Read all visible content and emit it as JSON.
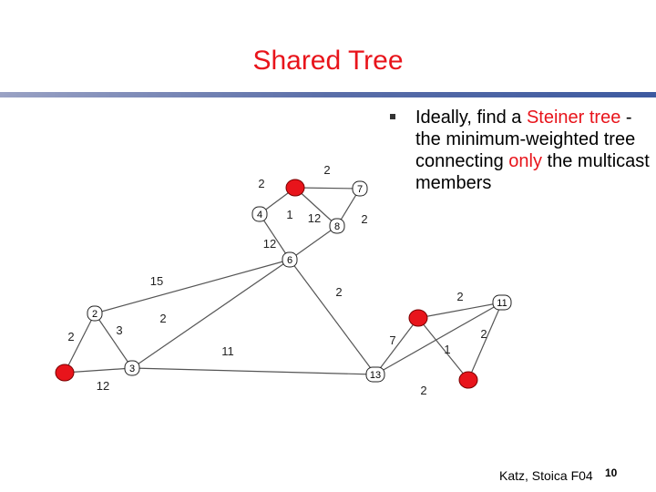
{
  "slide": {
    "title": "Shared Tree",
    "bullet": {
      "before": "Ideally, find a ",
      "highlight1": "Steiner tree",
      "middle": " - the minimum-weighted tree connecting ",
      "highlight2": "only",
      "after": " the multicast members"
    },
    "footer": "Katz, Stoica F04",
    "page_number": "10"
  },
  "colors": {
    "title": "#e8141b",
    "highlight": "#e8141b",
    "node_fill": "#e8141b",
    "edge": "#555555"
  },
  "graph": {
    "nodes": [
      {
        "id": "A",
        "kind": "box",
        "label": "4"
      },
      {
        "id": "B",
        "kind": "dot",
        "label": ""
      },
      {
        "id": "C",
        "kind": "box",
        "label": "7"
      },
      {
        "id": "D",
        "kind": "box",
        "label": "8"
      },
      {
        "id": "E",
        "kind": "box",
        "label": "6"
      },
      {
        "id": "F",
        "kind": "box",
        "label": "2"
      },
      {
        "id": "G",
        "kind": "dot",
        "label": ""
      },
      {
        "id": "H",
        "kind": "box",
        "label": "3"
      },
      {
        "id": "I",
        "kind": "box",
        "label": "13"
      },
      {
        "id": "J",
        "kind": "dot",
        "label": ""
      },
      {
        "id": "K",
        "kind": "box",
        "label": "11"
      },
      {
        "id": "L",
        "kind": "dot",
        "label": ""
      }
    ],
    "edges": [
      {
        "from": "A",
        "to": "B",
        "weight": "2"
      },
      {
        "from": "B",
        "to": "C",
        "weight": "2"
      },
      {
        "from": "B",
        "to": "D",
        "weight": "1"
      },
      {
        "from": "C",
        "to": "D",
        "weight": "2"
      },
      {
        "from": "A",
        "to": "E",
        "weight": "12"
      },
      {
        "from": "D",
        "to": "E",
        "weight": "2"
      },
      {
        "from": "E",
        "to": "F",
        "weight": "15"
      },
      {
        "from": "E",
        "to": "H",
        "weight": "2"
      },
      {
        "from": "E",
        "to": "I",
        "weight": "2"
      },
      {
        "from": "F",
        "to": "G",
        "weight": "2"
      },
      {
        "from": "F",
        "to": "H",
        "weight": "3"
      },
      {
        "from": "G",
        "to": "H",
        "weight": "12"
      },
      {
        "from": "H",
        "to": "I",
        "weight": "11"
      },
      {
        "from": "I",
        "to": "J",
        "weight": "7"
      },
      {
        "from": "I",
        "to": "K",
        "weight": "2"
      },
      {
        "from": "J",
        "to": "K",
        "weight": "2"
      },
      {
        "from": "J",
        "to": "L",
        "weight": "1"
      },
      {
        "from": "K",
        "to": "L",
        "weight": "12"
      }
    ]
  }
}
